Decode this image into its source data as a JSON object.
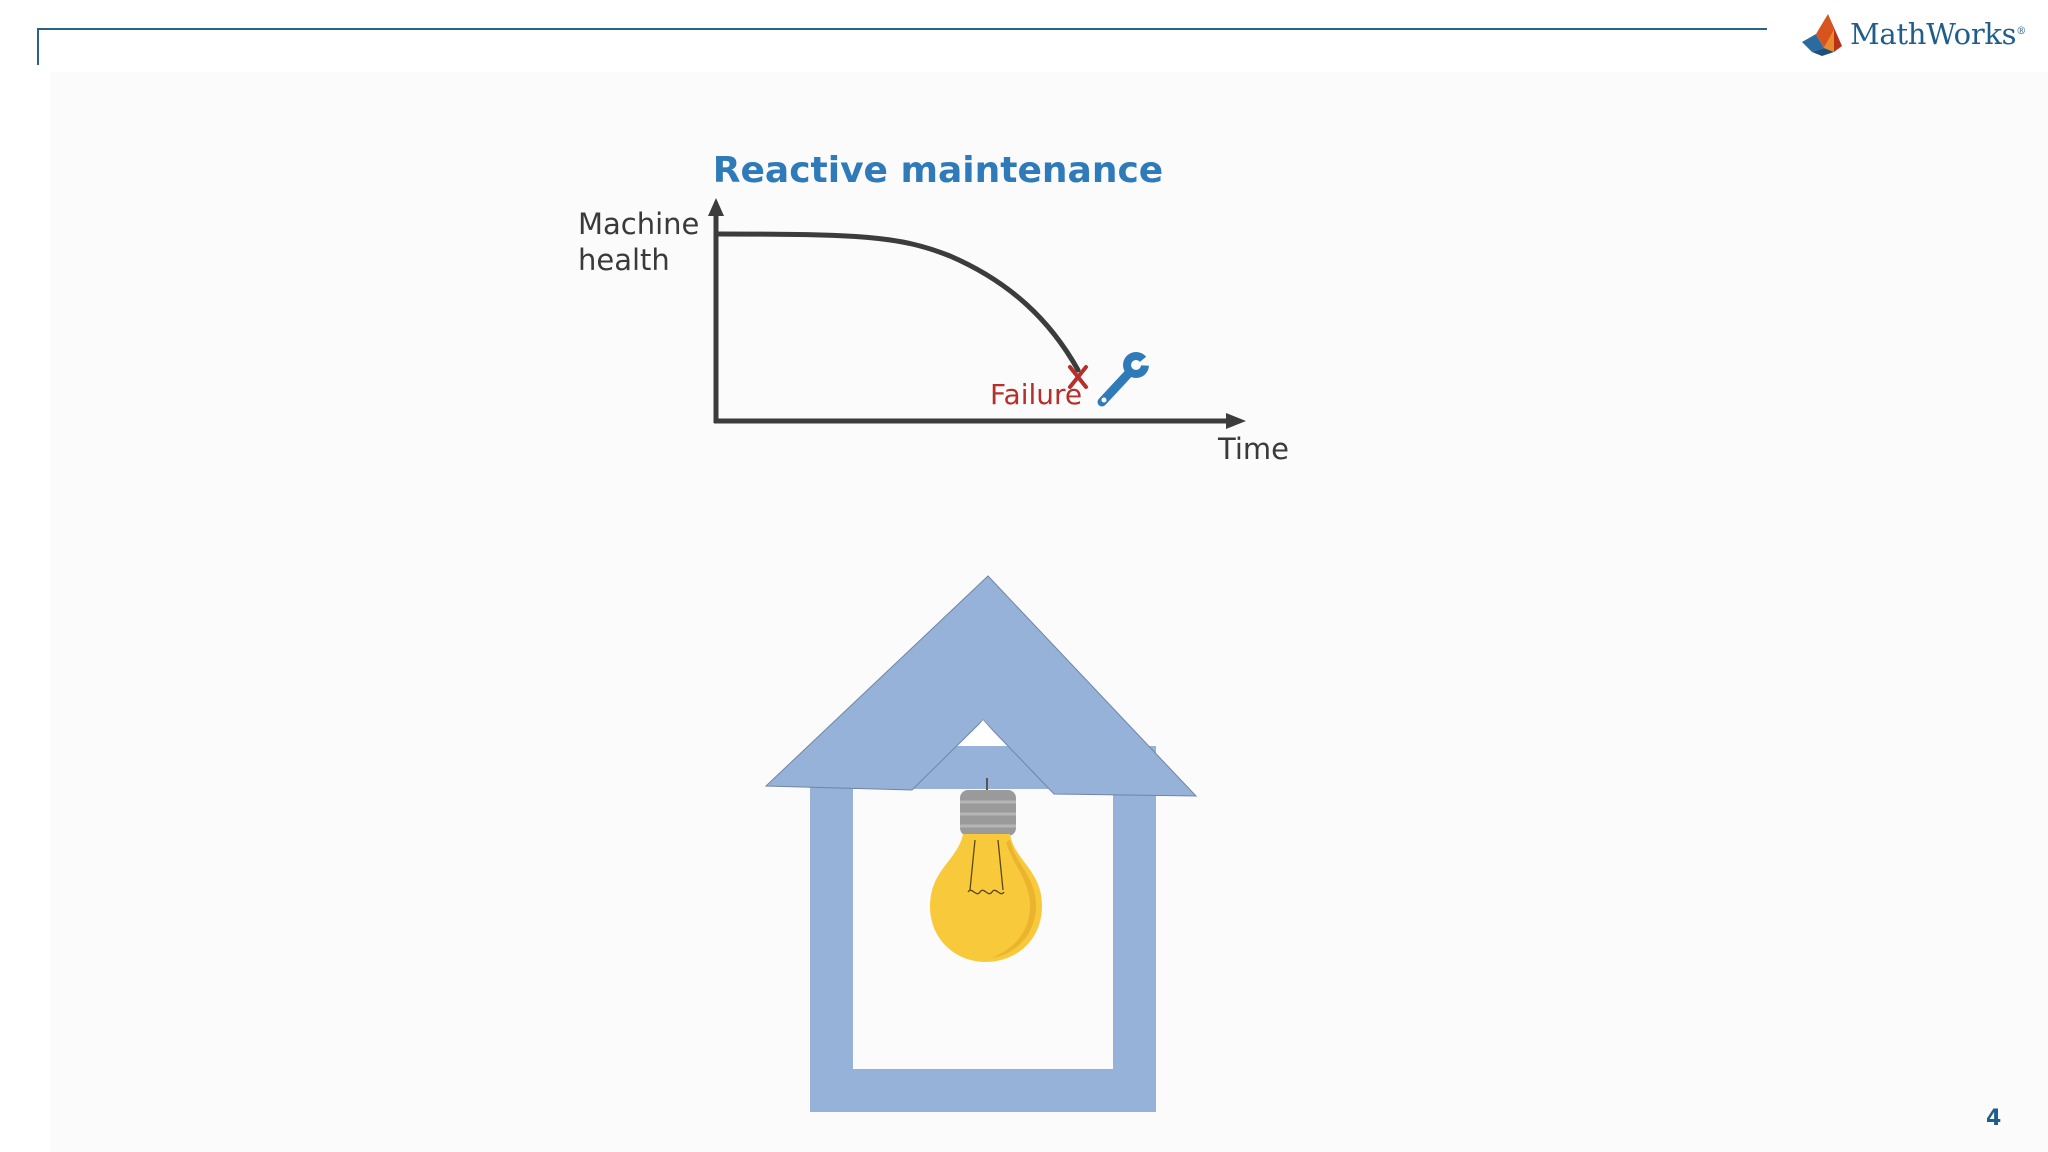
{
  "slide": {
    "brand": "MathWorks",
    "brand_mark": "®",
    "page_number": "4"
  },
  "chart_data": {
    "type": "line",
    "title": "Reactive maintenance",
    "ylabel": "Machine\nhealth",
    "xlabel": "Time",
    "annotations": [
      {
        "text": "Failure",
        "color": "#b5302a"
      }
    ]
  },
  "icons": {
    "failure_marker": "x-mark-icon",
    "repair": "wrench-icon",
    "illustration": "house-with-lightbulb-icon"
  },
  "colors": {
    "title": "#2f7ab8",
    "failure": "#b5302a",
    "house": "#97b2d8",
    "bulb": "#f8c93b",
    "rule": "#2a6389"
  }
}
